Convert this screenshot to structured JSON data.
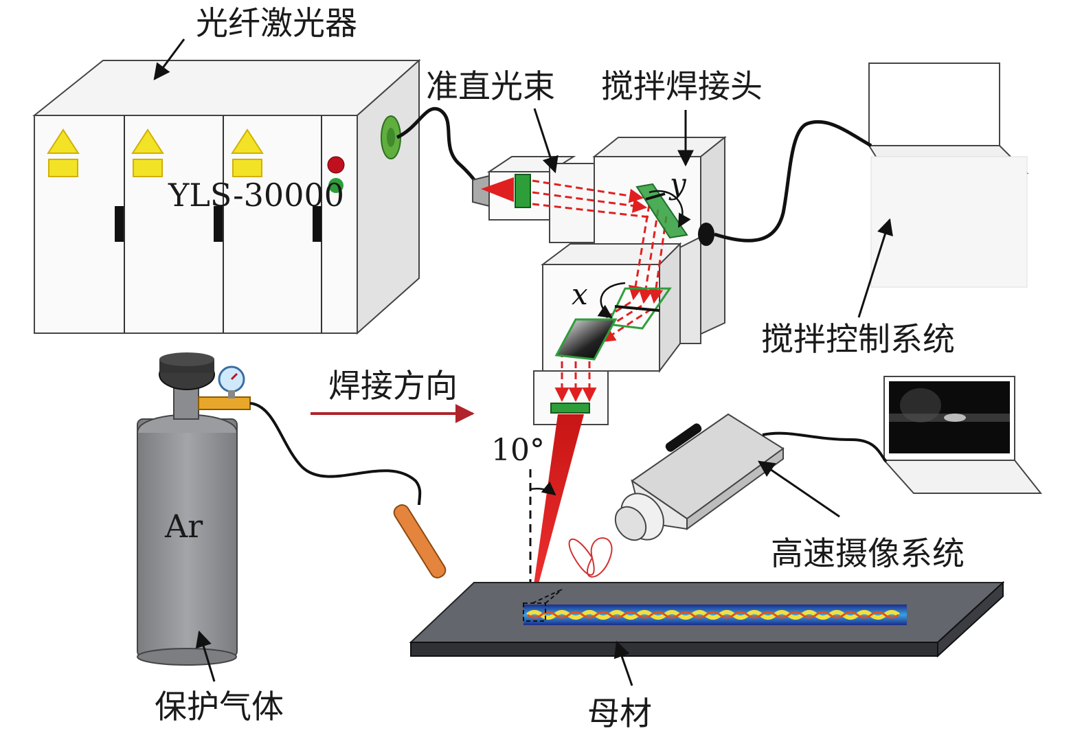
{
  "labels": {
    "fiber_laser": "光纤激光器",
    "collimated_beam": "准直光束",
    "wobble_head": "搅拌焊接头",
    "wobble_control": "搅拌控制系统",
    "welding_direction": "焊接方向",
    "high_speed_camera": "高速摄像系统",
    "shielding_gas": "保护气体",
    "base_metal": "母材"
  },
  "laser_model": "YLS-30000",
  "gas_label": "Ar",
  "angle_label": "10°",
  "axis_x": "x",
  "axis_y": "y",
  "colors": {
    "laser_red": "#e02020",
    "warning_yellow": "#f2e326",
    "mirror_green": "#2e9e3a",
    "arrow_darkred": "#b0232a",
    "cylinder_gray": "#8e9094",
    "plate_dark": "#55585e"
  },
  "icons": [
    "warning-triangle-icon",
    "pressure-gauge-icon",
    "computer-icon",
    "laptop-icon",
    "camera-icon"
  ]
}
